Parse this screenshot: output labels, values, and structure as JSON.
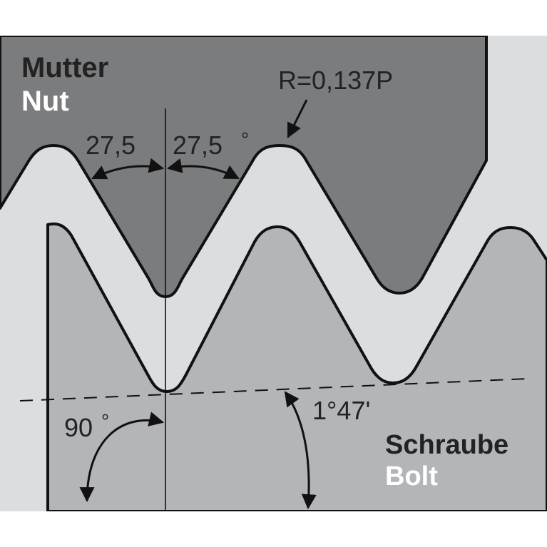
{
  "diagram": {
    "colors": {
      "background": "#ffffff",
      "nut_fill": "#7b7c7e",
      "bolt_fill": "#b3b5b8",
      "gap_fill": "#dcdddf",
      "outline": "#111111",
      "text_dark": "#222222",
      "text_light": "#ffffff"
    },
    "labels": {
      "nut_de": "Mutter",
      "nut_en": "Nut",
      "bolt_de": "Schraube",
      "bolt_en": "Bolt",
      "radius": "R=0,137P",
      "angle_left": "27,5",
      "angle_right": "27,5",
      "angle_right_deg": "°",
      "angle_90": "90",
      "angle_90_deg": "°",
      "taper_angle": "1°47'"
    }
  }
}
